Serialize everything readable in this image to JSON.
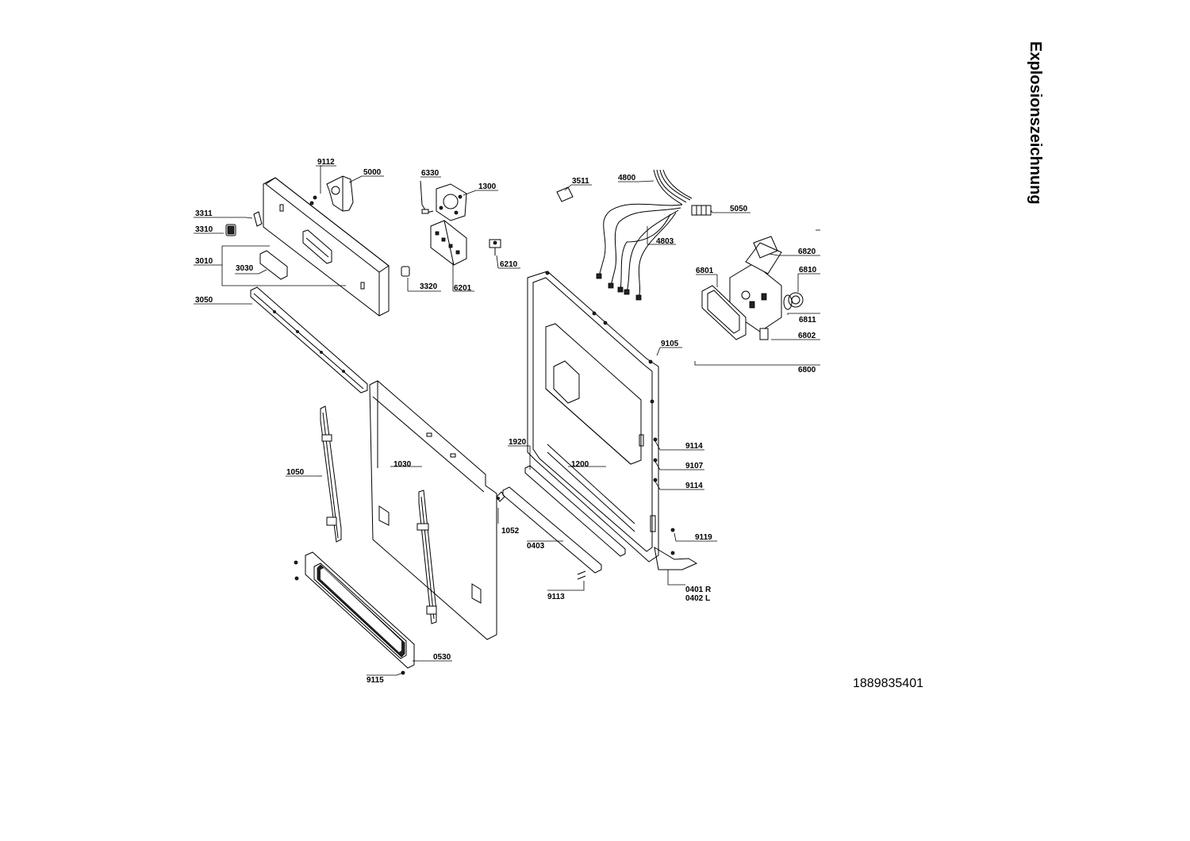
{
  "title": "Explosionszeichnung",
  "document_number": "1889835401",
  "part_labels": {
    "p9112": "9112",
    "p5000": "5000",
    "p6330": "6330",
    "p1300": "1300",
    "p3511": "3511",
    "p4800": "4800",
    "p5050": "5050",
    "p3311": "3311",
    "p3310": "3310",
    "p3010": "3010",
    "p3030": "3030",
    "p3320": "3320",
    "p6201": "6201",
    "p6210": "6210",
    "p4803": "4803",
    "p6820": "6820",
    "p6801": "6801",
    "p6810": "6810",
    "p6811": "6811",
    "p6802": "6802",
    "p9105": "9105",
    "p6800": "6800",
    "p3050": "3050",
    "p1920": "1920",
    "p9114a": "9114",
    "p9107": "9107",
    "p9114b": "9114",
    "p1050": "1050",
    "p1030": "1030",
    "p1200": "1200",
    "p1052": "1052",
    "p9119": "9119",
    "p0403": "0403",
    "p0401": "0401 R",
    "p0402": "0402 L",
    "p9113": "9113",
    "p0530": "0530",
    "p9115": "9115"
  }
}
